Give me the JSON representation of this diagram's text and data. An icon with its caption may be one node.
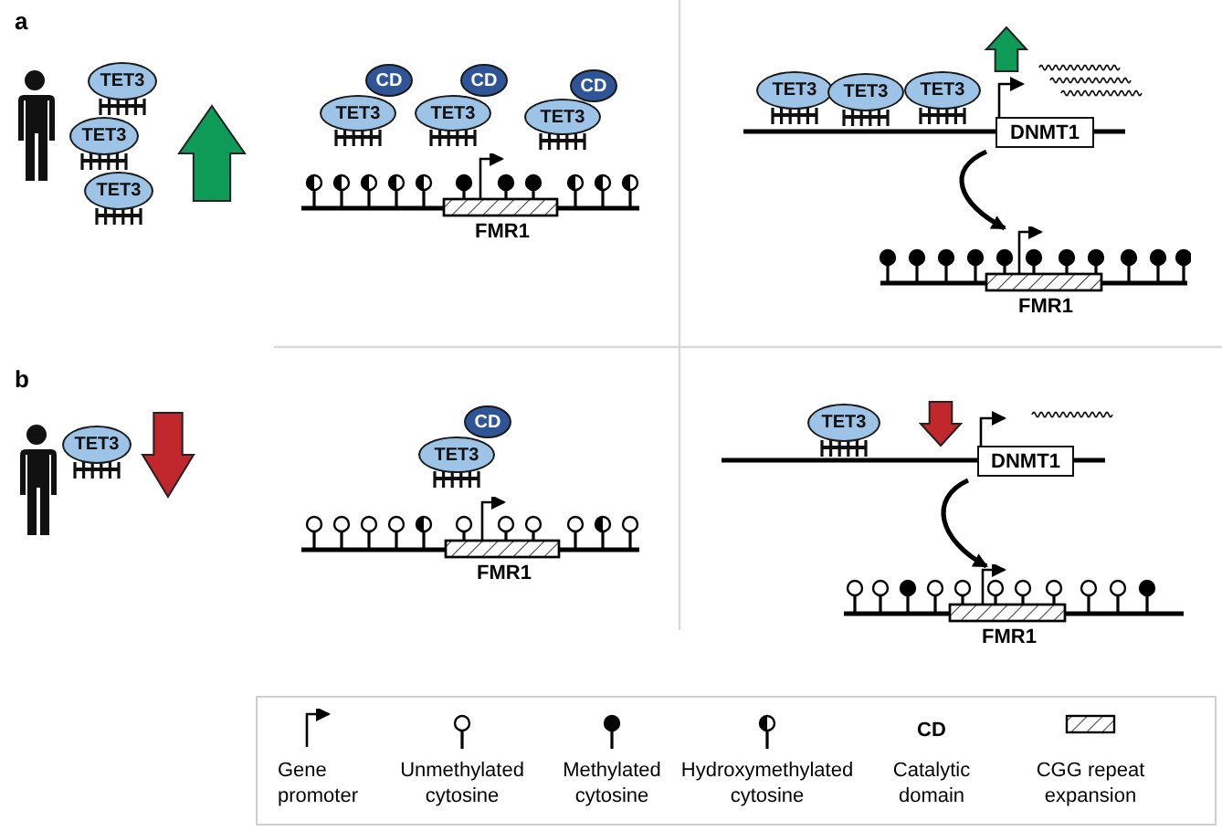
{
  "diagram": {
    "nodes": [
      {
        "text": [
          "TET3"
        ]
      },
      {
        "text": [
          "TET3"
        ]
      },
      {
        "text": [
          "TET3"
        ]
      },
      {
        "text": [
          "TET3"
        ]
      },
      {
        "text": [
          "CD"
        ]
      },
      {
        "text": [
          "TET3"
        ]
      },
      {
        "text": [
          "CD"
        ]
      },
      {
        "text": [
          "TET3"
        ]
      },
      {
        "text": [
          "CD"
        ]
      },
      {
        "text": [
          "FMR1"
        ]
      },
      {
        "text": [
          "TET3"
        ]
      },
      {
        "text": [
          "TET3"
        ]
      },
      {
        "text": [
          "TET3"
        ]
      },
      {
        "text": [
          "DNMT1"
        ]
      },
      {
        "text": [
          "FMR1"
        ]
      },
      {
        "text": [
          "TET3"
        ]
      },
      {
        "text": [
          "TET3"
        ]
      },
      {
        "text": [
          "CD"
        ]
      },
      {
        "text": [
          "FMR1"
        ]
      },
      {
        "text": [
          "TET3"
        ]
      },
      {
        "text": [
          "DNMT1"
        ]
      },
      {
        "text": [
          "FMR1"
        ]
      }
    ],
    "edges": [
      {
        "from": 13,
        "to": 14,
        "arrow": "to"
      },
      {
        "from": 20,
        "to": 21,
        "arrow": "to"
      }
    ],
    "labels": [
      "a",
      "b",
      "CD"
    ],
    "legend": [
      {
        "text": "Gene promoter"
      },
      {
        "text": "Unmethylated cytosine"
      },
      {
        "text": "Methylated cytosine"
      },
      {
        "text": "Hydroxymethylated cytosine"
      },
      {
        "text": "Catalytic domain"
      },
      {
        "text": "CGG repeat expansion"
      }
    ]
  }
}
